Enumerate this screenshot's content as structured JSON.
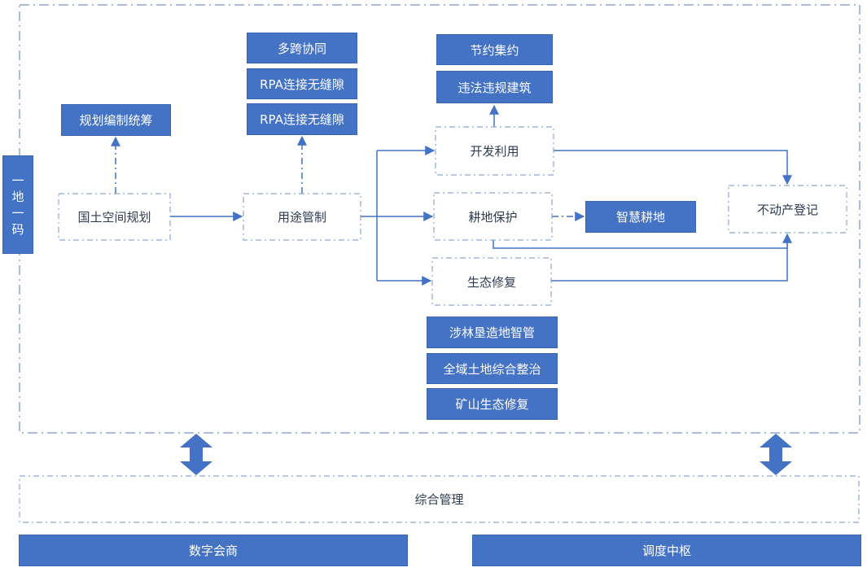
{
  "colors": {
    "accent": "#4472c4",
    "frame": "#8ea6cf"
  },
  "side_label": [
    "一",
    "地",
    "一",
    "码"
  ],
  "nodes": {
    "planning_compile": "规划编制统筹",
    "spatial_planning": "国土空间规划",
    "use_control": "用途管制",
    "multi_collab": "多跨协同",
    "rpa1": "RPA连接无缝隙",
    "rpa2": "RPA连接无缝隙",
    "saving": "节约集约",
    "illegal_building": "违法违规建筑",
    "development": "开发利用",
    "farmland_protect": "耕地保护",
    "smart_farmland": "智慧耕地",
    "eco_restore": "生态修复",
    "real_estate": "不动产登记",
    "forest_mgmt": "涉林垦造地智管",
    "land_consolidation": "全域土地综合整治",
    "mine_restore": "矿山生态修复"
  },
  "bottom": {
    "integrated": "综合管理",
    "digital": "数字会商",
    "dispatch": "调度中枢"
  }
}
